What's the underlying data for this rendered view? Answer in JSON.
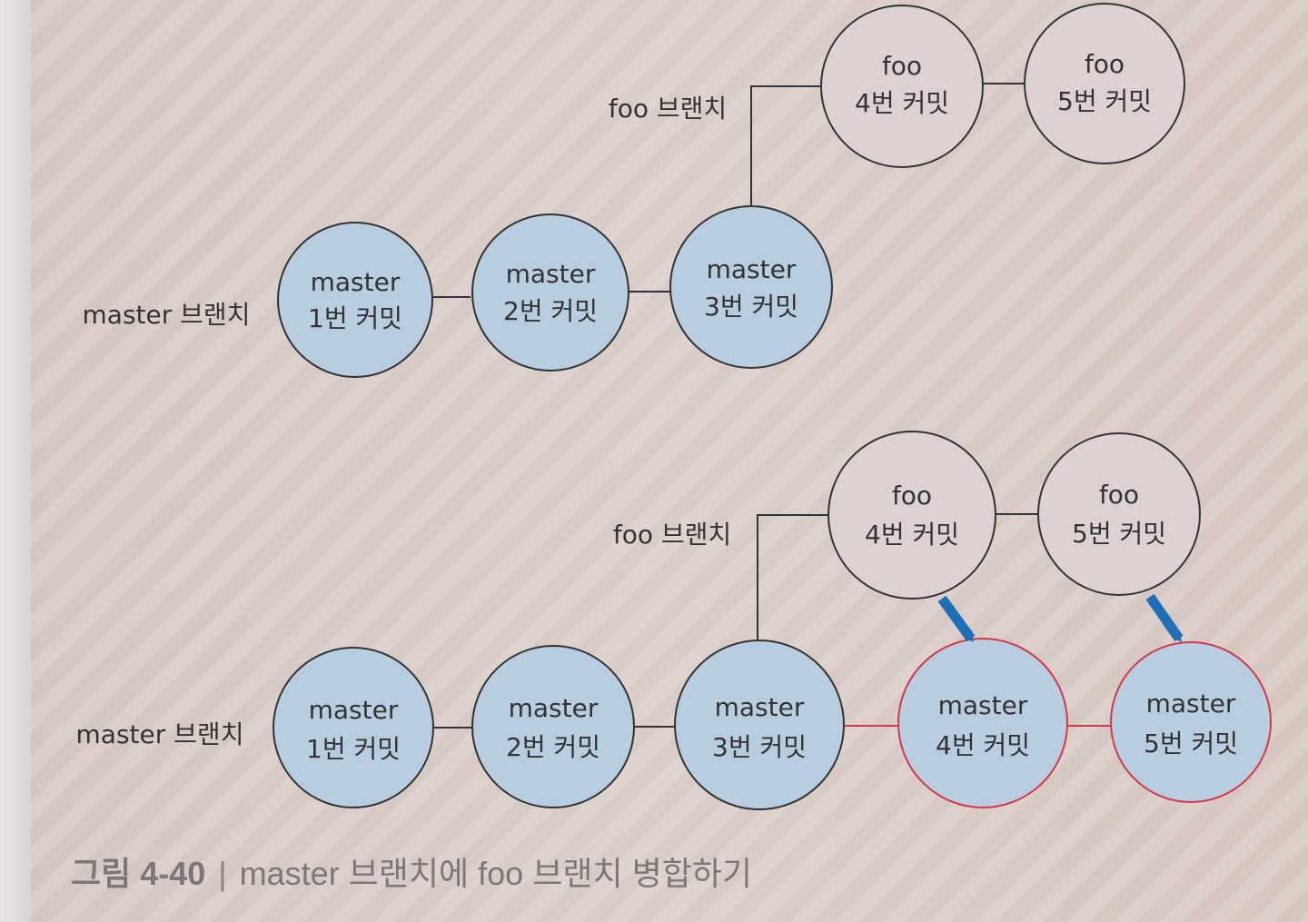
{
  "diagram": {
    "top": {
      "master_label": "master 브랜치",
      "foo_label": "foo 브랜치",
      "master_commits": [
        {
          "line1": "master",
          "line2": "1번 커밋"
        },
        {
          "line1": "master",
          "line2": "2번 커밋"
        },
        {
          "line1": "master",
          "line2": "3번 커밋"
        }
      ],
      "foo_commits": [
        {
          "line1": "foo",
          "line2": "4번 커밋"
        },
        {
          "line1": "foo",
          "line2": "5번 커밋"
        }
      ]
    },
    "bottom": {
      "master_label": "master 브랜치",
      "foo_label": "foo 브랜치",
      "master_commits": [
        {
          "line1": "master",
          "line2": "1번 커밋"
        },
        {
          "line1": "master",
          "line2": "2번 커밋"
        },
        {
          "line1": "master",
          "line2": "3번 커밋"
        },
        {
          "line1": "master",
          "line2": "4번 커밋"
        },
        {
          "line1": "master",
          "line2": "5번 커밋"
        }
      ],
      "foo_commits": [
        {
          "line1": "foo",
          "line2": "4번 커밋"
        },
        {
          "line1": "foo",
          "line2": "5번 커밋"
        }
      ]
    },
    "colors": {
      "master_fill": "#b8cde0",
      "foo_fill": "#ddd1d1",
      "merged_stroke": "#d2394a",
      "arrow": "#1f6fb7"
    }
  },
  "caption": {
    "figure_number": "그림 4-40",
    "text": "master 브랜치에 foo 브랜치 병합하기"
  }
}
